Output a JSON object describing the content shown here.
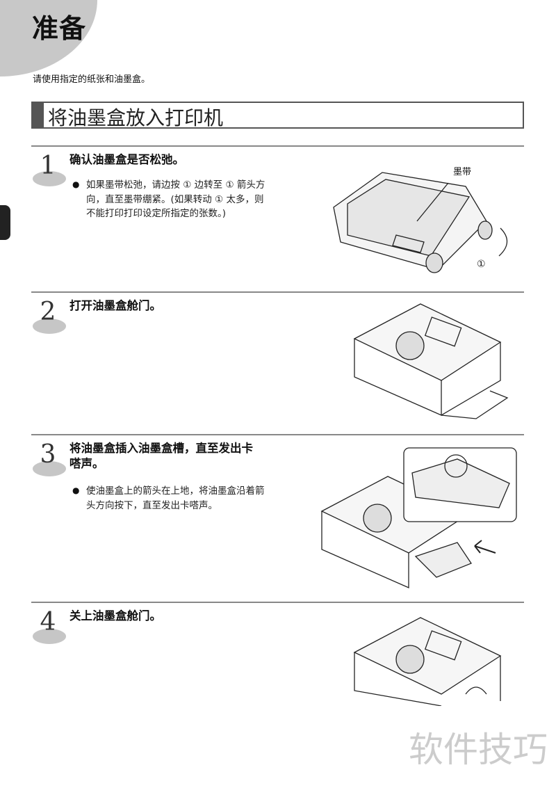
{
  "page": {
    "title": "准备",
    "intro": "请使用指定的纸张和油墨盒。",
    "section_title": "将油墨盒放入打印机",
    "watermark": "软件技巧"
  },
  "steps": [
    {
      "number": "1",
      "heading": "确认油墨盒是否松弛。",
      "bullet_lines": [
        "如果墨带松弛，请边按 ① 边转至 ① 箭头方",
        "向，直至墨带绷紧。(如果转动 ① 太多，则",
        "不能打印打印设定所指定的张数。)"
      ],
      "figure_labels": {
        "ribbon": "墨带",
        "knob": "①"
      }
    },
    {
      "number": "2",
      "heading": "打开油墨盒舱门。"
    },
    {
      "number": "3",
      "heading_lines": [
        "将油墨盒插入油墨盒槽，直至发出卡",
        "嗒声。"
      ],
      "bullet_lines": [
        "使油墨盒上的箭头在上地，将油墨盒沿着箭",
        "头方向按下，直至发出卡嗒声。"
      ]
    },
    {
      "number": "4",
      "heading": "关上油墨盒舱门。"
    }
  ],
  "bullet": "●"
}
